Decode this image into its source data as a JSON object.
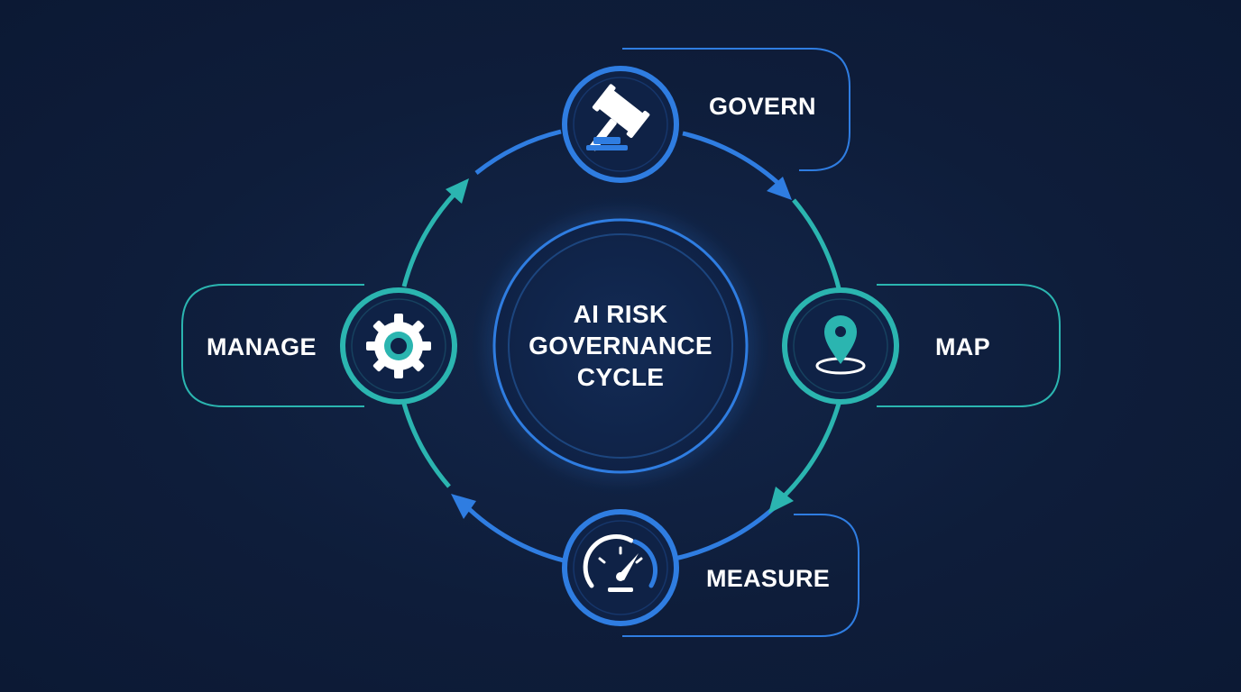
{
  "center": {
    "lines": [
      "AI RISK",
      "GOVERNANCE",
      "CYCLE"
    ]
  },
  "stages": {
    "govern": {
      "label": "GOVERN",
      "icon": "gavel-icon"
    },
    "map": {
      "label": "MAP",
      "icon": "map-pin-icon"
    },
    "measure": {
      "label": "MEASURE",
      "icon": "speedometer-icon"
    },
    "manage": {
      "label": "MANAGE",
      "icon": "gear-icon"
    }
  },
  "colors": {
    "background": "#0e1d3a",
    "blue": "#2f7de1",
    "teal": "#2bb5b0",
    "white": "#ffffff"
  }
}
